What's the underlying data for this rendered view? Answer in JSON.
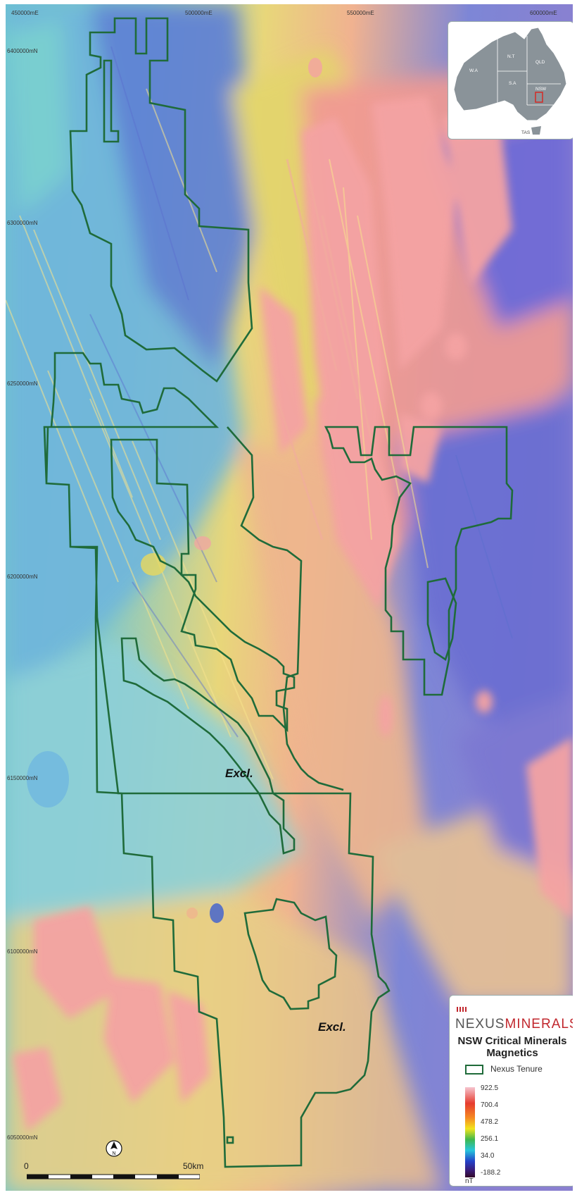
{
  "map": {
    "easting_labels": [
      "450000mE",
      "500000mE",
      "550000mE",
      "600000mE"
    ],
    "northing_labels": [
      "6400000mN",
      "6300000mN",
      "6250000mN",
      "6200000mN",
      "6150000mN",
      "6100000mN",
      "6050000mN"
    ],
    "exclusion_labels": [
      "Excl.",
      "Excl."
    ],
    "tenure_color": "#1f6b3a"
  },
  "inset": {
    "states": [
      "W.A",
      "N.T",
      "QLD",
      "S.A",
      "NSW",
      "TAS"
    ],
    "highlight_color": "#d0312d"
  },
  "legend": {
    "brand_part1": "NEXUS",
    "brand_part2": "MINERALS",
    "title_line1": "NSW Critical Minerals",
    "title_line2": "Magnetics",
    "tenure_label": "Nexus Tenure",
    "scale_values": [
      "922.5",
      "700.4",
      "478.2",
      "256.1",
      "34.0",
      "-188.2"
    ],
    "unit": "nT"
  },
  "scalebar": {
    "start_label": "0",
    "end_label": "50km"
  },
  "north": {
    "label": "N"
  }
}
